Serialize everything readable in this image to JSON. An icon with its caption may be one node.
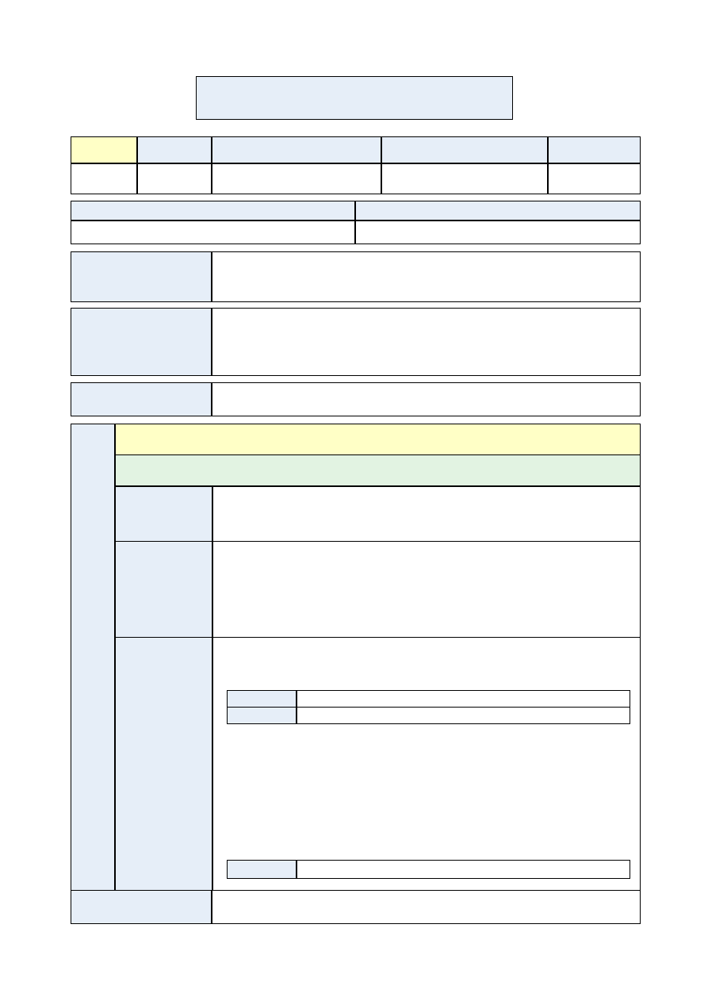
{
  "diagram": {
    "nodes": [
      {
        "text": [],
        "shape": "box"
      },
      {
        "text": [],
        "shape": "box"
      },
      {
        "text": [],
        "shape": "box",
        "in": 1
      },
      {
        "text": [],
        "shape": "box",
        "in": 1
      },
      {
        "text": [],
        "shape": "box",
        "in": 1
      },
      {
        "text": [],
        "shape": "box",
        "in": 1
      },
      {
        "text": [],
        "shape": "box",
        "in": 1
      },
      {
        "text": [],
        "shape": "box",
        "in": 1
      },
      {
        "text": [],
        "shape": "box",
        "in": 1
      },
      {
        "text": [],
        "shape": "box",
        "in": 1
      },
      {
        "text": [],
        "shape": "box",
        "in": 1
      },
      {
        "text": [],
        "shape": "box",
        "in": 1
      },
      {
        "text": [],
        "shape": "box"
      },
      {
        "text": [],
        "shape": "box",
        "in": 12
      },
      {
        "text": [],
        "shape": "box",
        "in": 12
      },
      {
        "text": [],
        "shape": "box",
        "in": 12
      },
      {
        "text": [],
        "shape": "box",
        "in": 12
      },
      {
        "text": [],
        "shape": "box"
      },
      {
        "text": [],
        "shape": "box",
        "in": 17
      },
      {
        "text": [],
        "shape": "box",
        "in": 17
      },
      {
        "text": [],
        "shape": "box"
      },
      {
        "text": [],
        "shape": "box",
        "in": 20
      },
      {
        "text": [],
        "shape": "box",
        "in": 20
      },
      {
        "text": [],
        "shape": "box"
      },
      {
        "text": [],
        "shape": "box",
        "in": 23
      },
      {
        "text": [],
        "shape": "box",
        "in": 23
      },
      {
        "text": [],
        "shape": "box"
      },
      {
        "text": [],
        "shape": "box",
        "in": 26
      },
      {
        "text": [],
        "shape": "box",
        "in": 26
      },
      {
        "text": [],
        "shape": "box",
        "in": 26
      },
      {
        "text": [],
        "shape": "box",
        "in": 26
      },
      {
        "text": [],
        "shape": "box",
        "in": 26
      },
      {
        "text": [],
        "shape": "box",
        "in": 26
      },
      {
        "text": [],
        "shape": "box",
        "in": 26
      },
      {
        "text": [],
        "shape": "box",
        "in": 26
      },
      {
        "text": [],
        "shape": "box",
        "in": 26
      },
      {
        "text": [],
        "shape": "box",
        "in": 35
      },
      {
        "text": [],
        "shape": "box",
        "in": 36
      },
      {
        "text": [],
        "shape": "box",
        "in": 36
      },
      {
        "text": [],
        "shape": "box",
        "in": 36
      },
      {
        "text": [],
        "shape": "box",
        "in": 36
      },
      {
        "text": [],
        "shape": "box",
        "in": 35
      },
      {
        "text": [],
        "shape": "box",
        "in": 41
      },
      {
        "text": [],
        "shape": "box",
        "in": 41
      },
      {
        "text": [],
        "shape": "box",
        "in": 26
      },
      {
        "text": [],
        "shape": "box",
        "in": 26
      }
    ]
  }
}
